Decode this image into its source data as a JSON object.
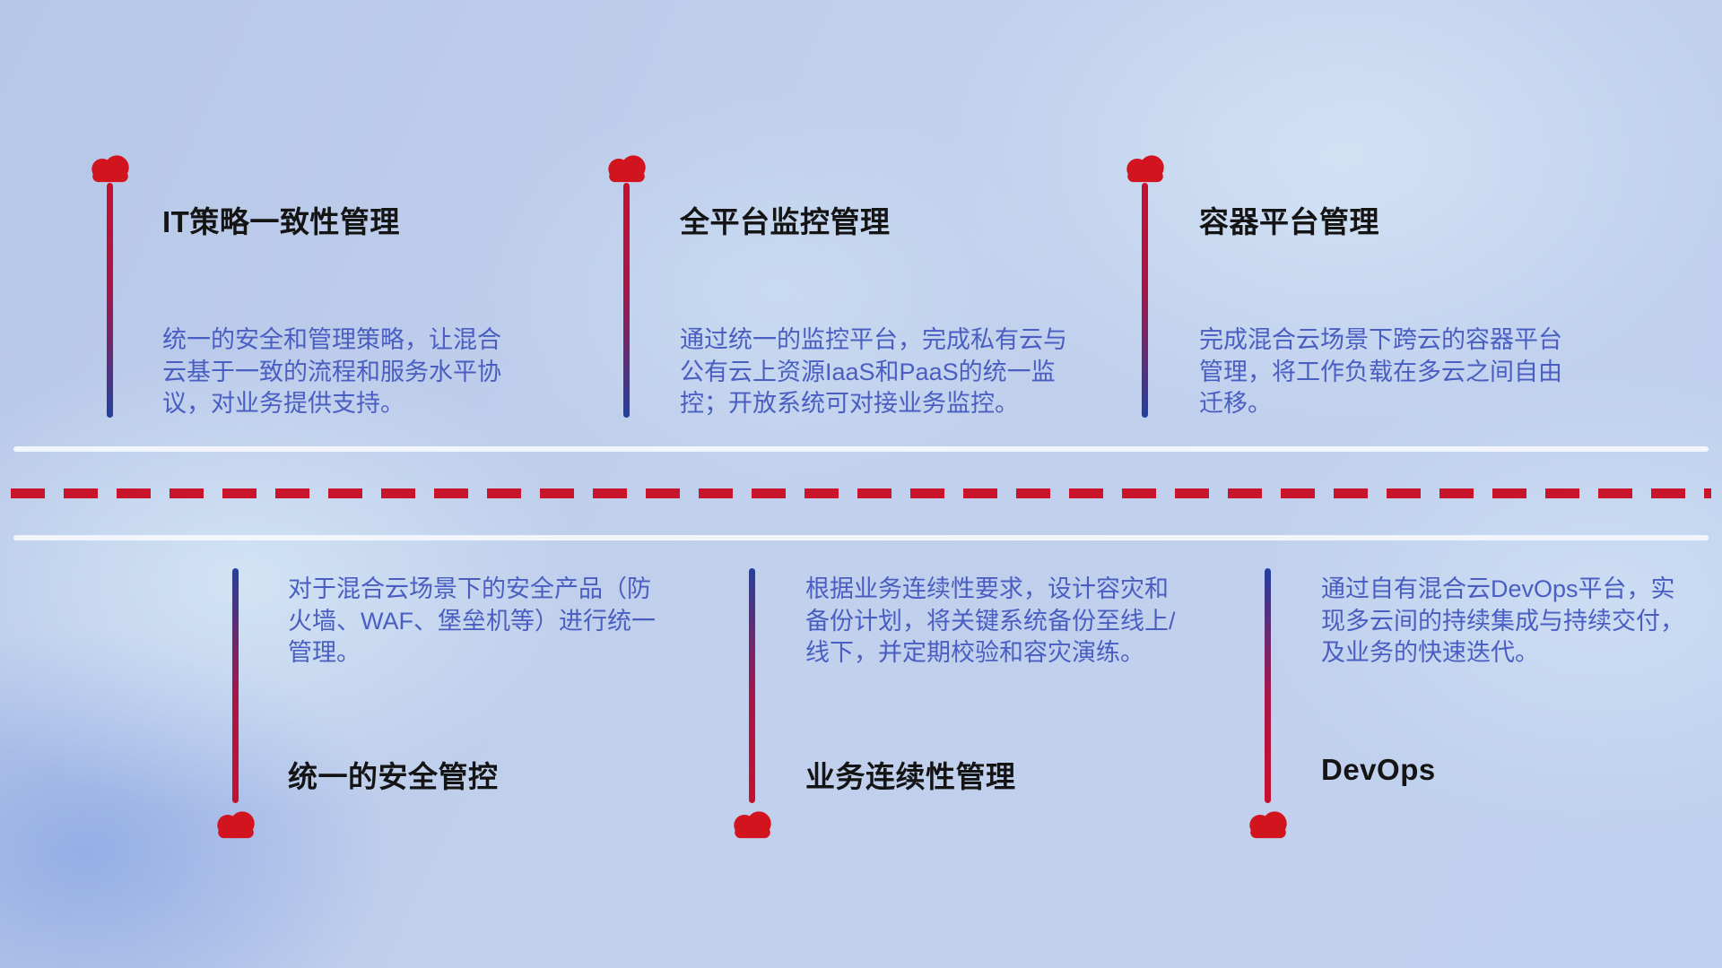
{
  "diagram_title": "hybrid-cloud-capabilities",
  "items": [
    {
      "icon": "cloud",
      "position": "top",
      "title": "IT策略一致性管理",
      "description": "统一的安全和管理策略，让混合云基于一致的流程和服务水平协议，对业务提供支持。"
    },
    {
      "icon": "cloud",
      "position": "top",
      "title": "全平台监控管理",
      "description": "通过统一的监控平台，完成私有云与公有云上资源IaaS和PaaS的统一监控；开放系统可对接业务监控。"
    },
    {
      "icon": "cloud",
      "position": "top",
      "title": "容器平台管理",
      "description": "完成混合云场景下跨云的容器平台管理，将工作负载在多云之间自由迁移。"
    },
    {
      "icon": "cloud",
      "position": "bottom",
      "title": "统一的安全管控",
      "description": "对于混合云场景下的安全产品（防火墙、WAF、堡垒机等）进行统一管理。"
    },
    {
      "icon": "cloud",
      "position": "bottom",
      "title": "业务连续性管理",
      "description": "根据业务连续性要求，设计容灾和备份计划，将关键系统备份至线上/线下，并定期校验和容灾演练。"
    },
    {
      "icon": "cloud",
      "position": "bottom",
      "title": "DevOps",
      "description": "通过自有混合云DevOps平台，实现多云间的持续集成与持续交付，及业务的快速迭代。"
    }
  ],
  "colors": {
    "cloud_icon": "#d2141f",
    "stem_red": "#c8102e",
    "stem_blue": "#23409f",
    "dashed_divider": "#c9152b",
    "solid_divider": "#f5f9fd",
    "title_text": "#141414",
    "description_text": "#4a5ec2",
    "background": "#bfd0ee"
  }
}
